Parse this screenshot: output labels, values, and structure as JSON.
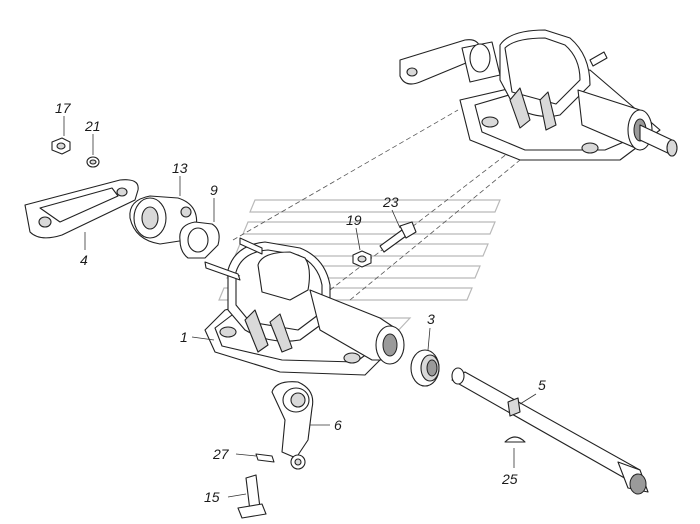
{
  "diagram": {
    "callouts": {
      "c1": "1",
      "c3": "3",
      "c4": "4",
      "c5": "5",
      "c6": "6",
      "c9": "9",
      "c13": "13",
      "c15": "15",
      "c17": "17",
      "c19": "19",
      "c21": "21",
      "c23": "23",
      "c25": "25",
      "c27": "27"
    }
  }
}
